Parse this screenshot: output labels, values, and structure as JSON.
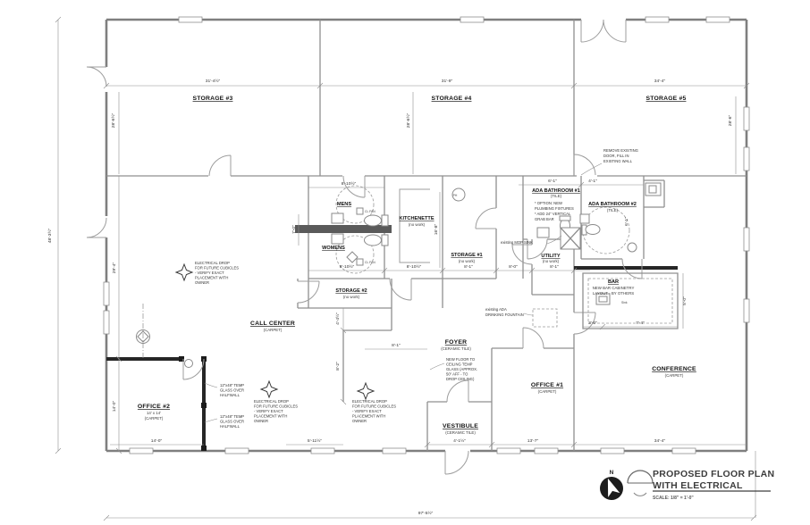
{
  "title_block": {
    "line1": "PROPOSED FLOOR PLAN",
    "line2": "WITH ELECTRICAL",
    "scale": "SCALE:  1/8\" = 1'-0\"",
    "north": "N"
  },
  "rooms": {
    "storage3": {
      "name": "STORAGE #3",
      "width": "31'-4½\"",
      "height": "28'-6½\""
    },
    "storage4": {
      "name": "STORAGE #4",
      "width": "31'-9\"",
      "height": "28'-6½\""
    },
    "storage5": {
      "name": "STORAGE #5",
      "width": "34'-4\"",
      "height": "28'-6\""
    },
    "mens": {
      "name": "MENS",
      "width": "8'-10½\""
    },
    "womens": {
      "name": "WOMENS",
      "width": "8'-10½\""
    },
    "kitchenette": {
      "name": "KITCHENETTE",
      "sub": "(no work)",
      "width": "8'-10½\""
    },
    "storage1": {
      "name": "STORAGE #1",
      "sub": "(no work)",
      "width": "8'-1\""
    },
    "storage2": {
      "name": "STORAGE #2",
      "sub": "(no work)"
    },
    "ada1": {
      "name": "ADA BATHROOM #1",
      "sub": "(TILE)",
      "width": "6'-1\"",
      "notes": [
        "* OPTION: NEW",
        "PLUMBING FIXTURES",
        "* ADD 24\" VERTICAL",
        "GRAB BAR"
      ]
    },
    "ada2": {
      "name": "ADA BATHROOM #2",
      "sub": "(TILE)",
      "width": "4'-1\"",
      "height": "6'-1\""
    },
    "utility": {
      "name": "UTILITY",
      "sub": "(no work)",
      "width": "8'-1\""
    },
    "bar": {
      "name": "BAR",
      "notes": [
        "NEW BAR CABINETRY",
        "LAYOUT - BY OTHERS"
      ],
      "sink": "Sink",
      "d1": "3'-0\"",
      "d2": "7'-4\"",
      "d3": "5'-0\""
    },
    "call_center": {
      "name": "CALL CENTER",
      "sub": "(CARPET)"
    },
    "office2": {
      "name": "OFFICE #2",
      "size": "14' x 14'",
      "sub": "(CARPET)",
      "width": "14'-0\"",
      "height": "14'-0\""
    },
    "office1": {
      "name": "OFFICE #1",
      "sub": "(CARPET)",
      "width": "13'-7\""
    },
    "conference": {
      "name": "CONFERENCE",
      "sub": "(CARPET)",
      "width": "34'-4\""
    },
    "foyer": {
      "name": "FOYER",
      "sub": "(CERAMIC TILE)",
      "width": "8'-1\""
    },
    "vestibule": {
      "name": "VESTIBULE",
      "sub": "(CERAMIC TILE)",
      "width": "4'-1½\""
    }
  },
  "notes": {
    "remove_door": [
      "REMOVE EXISTING",
      "DOOR, FILL IN",
      "EXISTING WALL"
    ],
    "elec_drop": [
      "ELECTRICAL DROP",
      "FOR FUTURE CUBICLES",
      "- VERIFY EXACT",
      "PLACEMENT WITH",
      "OWNER"
    ],
    "temp_glass": [
      "12\"x48\" TEMP",
      "GLASS OVER",
      "HALFWALL"
    ],
    "glass_wall": [
      "NEW FLOOR TO",
      "CEILING TEMP",
      "GLASS (APPROX.",
      "50\" AFF - TO",
      "DROP CEILING)"
    ],
    "mop_sink": "existing MOP SINK",
    "fountain": [
      "existing ADA",
      "DRINKING FOUNTAIN"
    ],
    "ph": "PH",
    "cl_fan": "CL FAN"
  },
  "dims": {
    "overall_h": "97'-5½\"",
    "overall_v": "48'-3½\"",
    "left_mid": "29'-4\"",
    "left_low": "14'-0\"",
    "hall": "8'-0\"",
    "seven": "7'-0\"",
    "kit_v": "16'-8\"",
    "st2_v1": "4'-4½\"",
    "st2_v2": "8'-2\"",
    "five_eleven": "5'-11½\""
  },
  "colors": {
    "wall": "#7f7f7f",
    "new_wall": "#262626",
    "text": "#2a2a2a"
  }
}
